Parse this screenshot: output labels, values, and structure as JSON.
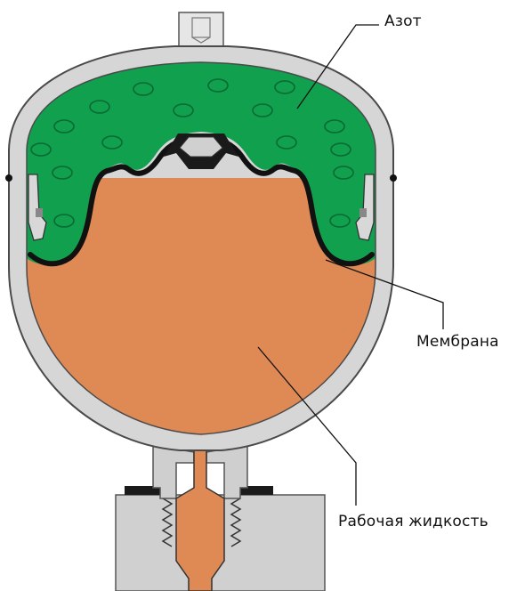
{
  "labels": {
    "nitrogen": "Азот",
    "membrane": "Мембрана",
    "fluid": "Рабочая жидкость"
  },
  "colors": {
    "gas": "#10a04e",
    "fluid": "#df8a55",
    "shell": "#d6d6d6",
    "shell_outline": "#4a4a4a",
    "membrane": "#111111"
  }
}
